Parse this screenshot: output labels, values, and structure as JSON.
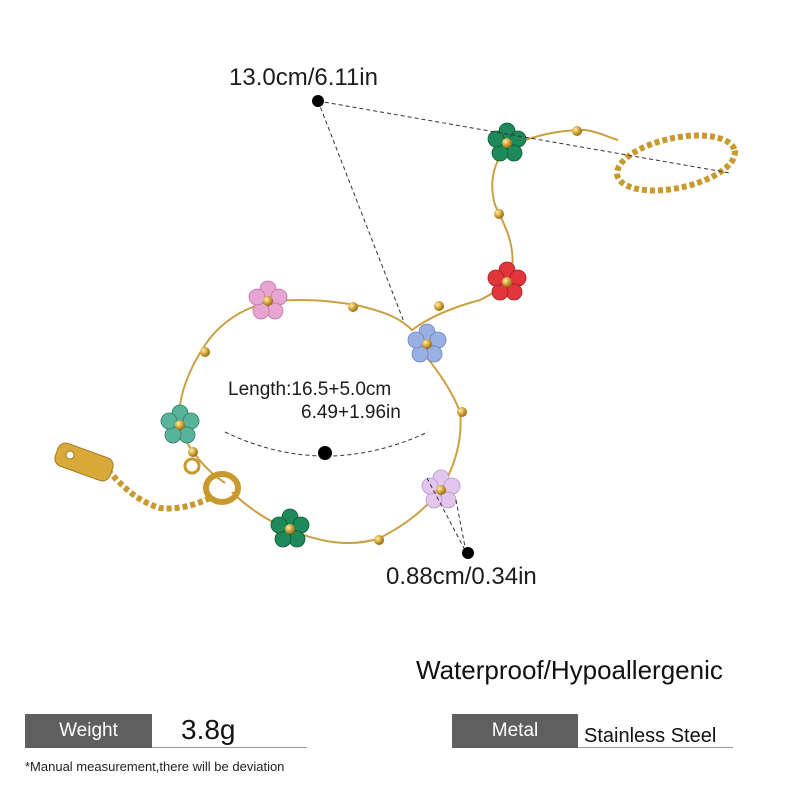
{
  "dimensions": {
    "span": "13.0cm/6.11in",
    "length_line1": "Length:16.5+5.0cm",
    "length_line2": "6.49+1.96in",
    "flower_size": "0.88cm/0.34in"
  },
  "feature": "Waterproof/Hypoallergenic",
  "specs": {
    "weight_label": "Weight",
    "weight_value": "3.8g",
    "metal_label": "Metal",
    "metal_value": "Stainless Steel"
  },
  "disclaimer": "*Manual measurement,there will be deviation",
  "colors": {
    "gold": "#d4a53a",
    "label_bg": "#5f5f5f",
    "flower_green": "#1e8a5a",
    "flower_red": "#e0363a",
    "flower_pink": "#e7a6d2",
    "flower_blue": "#9bb0e2",
    "flower_lilac": "#e3c6ee",
    "flower_mint": "#58b39a"
  }
}
